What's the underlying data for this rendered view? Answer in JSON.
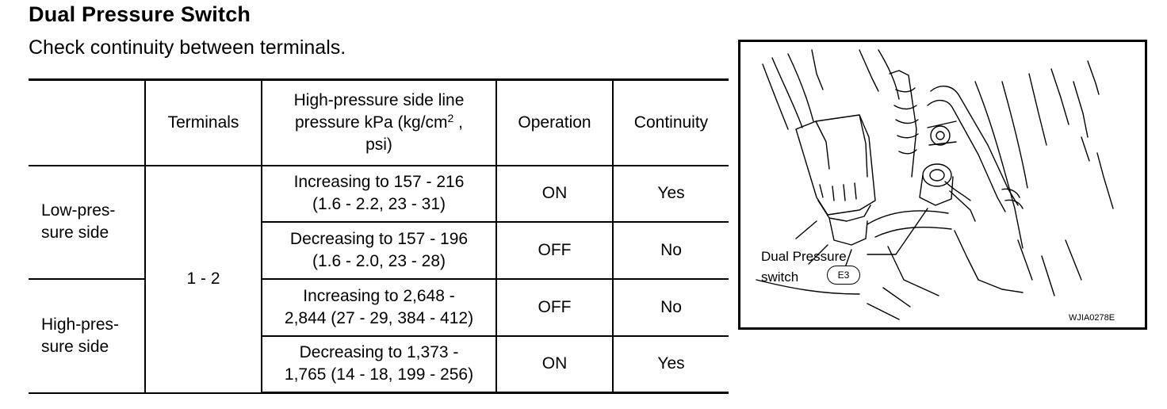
{
  "title": "Dual Pressure Switch",
  "subtitle": "Check continuity between terminals.",
  "table": {
    "headers": {
      "blank": "",
      "terminals": "Terminals",
      "pressure_main": "High-pressure side line pressure kPa (kg/cm",
      "pressure_sup": "2",
      "pressure_tail": " ,\npsi)",
      "operation": "Operation",
      "continuity": "Continuity"
    },
    "sides": {
      "low": "Low-pres-\nsure side",
      "high": "High-pres-\nsure side"
    },
    "terminals_value": "1 - 2",
    "rows": [
      {
        "pressure": "Increasing to 157 - 216\n(1.6 - 2.2, 23 - 31)",
        "operation": "ON",
        "continuity": "Yes"
      },
      {
        "pressure": "Decreasing to 157 - 196\n(1.6 - 2.0, 23 - 28)",
        "operation": "OFF",
        "continuity": "No"
      },
      {
        "pressure": "Increasing to 2,648 -\n2,844 (27 - 29, 384 - 412)",
        "operation": "OFF",
        "continuity": "No"
      },
      {
        "pressure": "Decreasing to 1,373 -\n1,765 (14 - 18, 199 - 256)",
        "operation": "ON",
        "continuity": "Yes"
      }
    ]
  },
  "figure": {
    "label": "Dual Pressure\nswitch",
    "connector": "E3",
    "code": "WJIA0278E"
  }
}
